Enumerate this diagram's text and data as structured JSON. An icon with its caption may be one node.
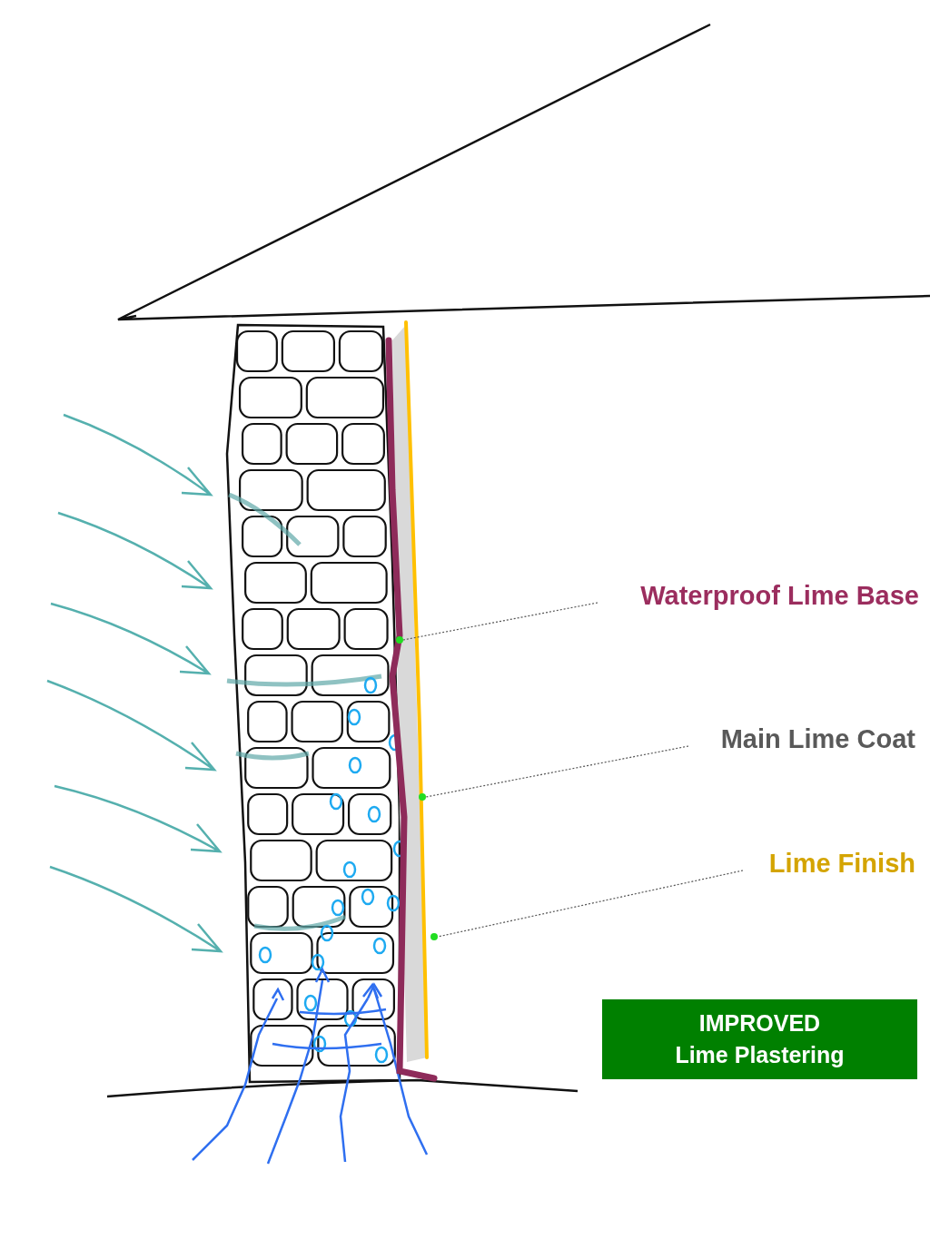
{
  "diagram": {
    "nodes": [
      {
        "text": [
          "Waterproof Lime Base"
        ]
      },
      {
        "text": [],
        "shape": "circle"
      },
      {
        "text": [
          "Main Lime Coat"
        ]
      },
      {
        "text": [],
        "shape": "circle"
      },
      {
        "text": [
          "Lime Finish"
        ]
      },
      {
        "text": [],
        "shape": "circle"
      },
      {
        "text": [
          "IMPROVED",
          "Lime Plastering"
        ]
      }
    ],
    "edges": [
      {
        "from": 0,
        "to": 1,
        "arrow": "none",
        "style": "dashed"
      },
      {
        "from": 2,
        "to": 3,
        "arrow": "none",
        "style": "dashed"
      },
      {
        "from": 4,
        "to": 5,
        "arrow": "none",
        "style": "dashed"
      }
    ]
  }
}
